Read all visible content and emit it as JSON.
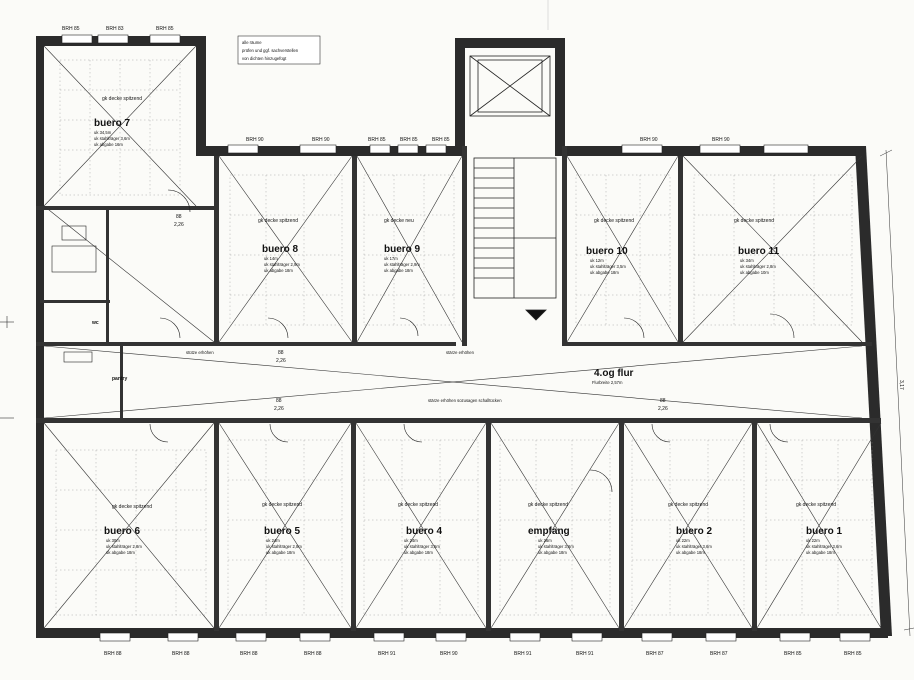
{
  "plan": {
    "legend": [
      "alle räume",
      "prüfen und ggf. sachverstellen",
      "von dichten hinzugefügt"
    ],
    "floor_label": "4.og flur",
    "floor_sub": "Flurbreite 2,57m",
    "corridor_notes": [
      "stärze erhöhen",
      "stärze erhöhen sozusagen schalltücken",
      "stütze erhöhen"
    ],
    "rooms": [
      {
        "name": "buero 7",
        "area": "ca. 34,5m²",
        "note": "gk decke spitzend",
        "lines": [
          "uk 34,5m",
          "uk stahlträger 3,6m",
          "uk abgabe 16m"
        ]
      },
      {
        "name": "buero 8",
        "area": "ca. 14m²",
        "note": "gk decke spitzend",
        "lines": [
          "uk 14m",
          "uk stahlträger 2,9m",
          "uk abgabe 18m"
        ]
      },
      {
        "name": "buero 9",
        "area": "ca. 17m²",
        "note": "gk decke neu",
        "lines": [
          "uk 17m",
          "uk stahlträger 2,9m",
          "uk abgabe 18m"
        ]
      },
      {
        "name": "buero 10",
        "area": "ca. 12m²",
        "note": "gk decke spitzend",
        "lines": [
          "uk 12m",
          "uk stahlträger 3,5m",
          "uk abgabe 18m"
        ]
      },
      {
        "name": "buero 11",
        "area": "ca. 34m²",
        "note": "gk decke spitzend",
        "lines": [
          "uk 34m",
          "uk stahlträger 2,8m",
          "uk abgabe 10m"
        ]
      },
      {
        "name": "buero 6",
        "area": "ca. 30m²",
        "note": "gk decke spitzend",
        "lines": [
          "uk 30m",
          "uk stahlträger 2,8m",
          "uk abgabe 18m"
        ]
      },
      {
        "name": "buero 5",
        "area": "ca. 24m²",
        "note": "gk decke spitzend",
        "lines": [
          "uk 24m",
          "uk stahlträger 2,8m",
          "uk abgabe 18m"
        ]
      },
      {
        "name": "buero 4",
        "area": "ca. 24m²",
        "note": "gk decke spitzend",
        "lines": [
          "uk 24m",
          "uk stahlträger 3,5m",
          "uk abgabe 18m"
        ]
      },
      {
        "name": "empfang",
        "area": "ca. 26m²",
        "note": "gk decke spitzend",
        "lines": [
          "uk 26m",
          "uk stahlträger 3,6m",
          "uk abgabe 18m"
        ]
      },
      {
        "name": "buero 2",
        "area": "ca. 22m²",
        "note": "gk decke spitzend",
        "lines": [
          "uk 22m",
          "uk stahlträger 3,6m",
          "uk abgabe 18m"
        ]
      },
      {
        "name": "buero 1",
        "area": "ca. 22m²",
        "note": "gk decke spitzend",
        "lines": [
          "uk 22m",
          "uk stahlträger 3,6m",
          "uk abgabe 18m"
        ]
      }
    ],
    "wc_label": "wc",
    "pantry_label": "pantry",
    "brh_top": [
      "BRH 85",
      "BRH 83",
      "BRH 85",
      "BRH 90",
      "BRH 90",
      "BRH 85",
      "BRH 85",
      "BRH 85",
      "BRH 90",
      "BRH 90"
    ],
    "brh_bottom": [
      "BRH 88",
      "BRH 88",
      "BRH 88",
      "BRH 88",
      "BRH 91",
      "BRH 90",
      "BRH 91",
      "BRH 91",
      "BRH 87",
      "BRH 87",
      "BRH 85",
      "BRH 85"
    ],
    "dims": [
      "88",
      "2,26",
      "88",
      "2,26",
      "88",
      "2,26",
      "88",
      "2,26"
    ],
    "side_dim": "3,17"
  }
}
